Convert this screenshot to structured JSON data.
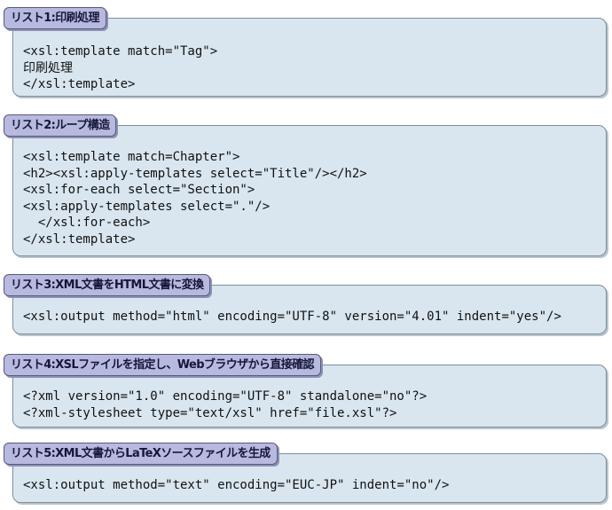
{
  "listings": [
    {
      "title": "リスト1:印刷処理",
      "lines": [
        "<xsl:template match=\"Tag\">",
        "印刷処理",
        "</xsl:template>"
      ]
    },
    {
      "title": "リスト2:ループ構造",
      "lines": [
        "<xsl:template match=Chapter\">",
        "<h2><xsl:apply-templates select=\"Title\"/></h2>",
        "<xsl:for-each select=\"Section\">",
        "<xsl:apply-templates select=\".\"/>",
        "  </xsl:for-each>",
        "</xsl:template>"
      ]
    },
    {
      "title": "リスト3:XML文書をHTML文書に変換",
      "lines": [
        "<xsl:output method=\"html\" encoding=\"UTF-8\" version=\"4.01\" indent=\"yes\"/>"
      ]
    },
    {
      "title": "リスト4:XSLファイルを指定し、Webブラウザから直接確認",
      "lines": [
        "<?xml version=\"1.0\" encoding=\"UTF-8\" standalone=\"no\"?>",
        "<?xml-stylesheet type=\"text/xsl\" href=\"file.xsl\"?>"
      ]
    },
    {
      "title": "リスト5:XML文書からLaTeXソースファイルを生成",
      "lines": [
        "<xsl:output method=\"text\" encoding=\"EUC-JP\" indent=\"no\"/>"
      ]
    }
  ]
}
